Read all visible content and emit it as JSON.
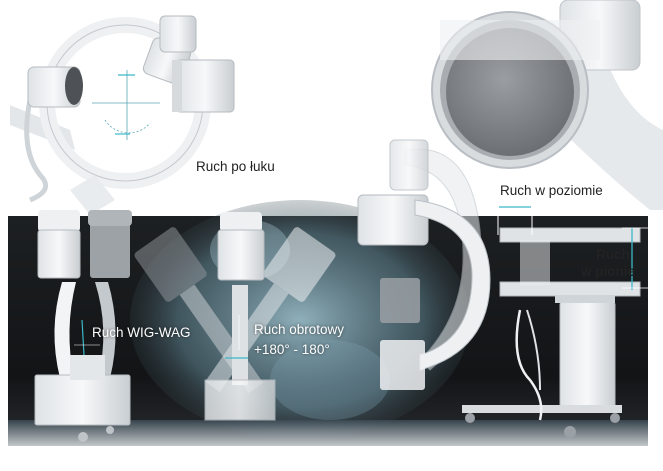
{
  "labels": {
    "arc_motion": "Ruch po łuku",
    "horizontal_motion": "Ruch w poziomie",
    "vertical_motion_line1": "Ruch",
    "vertical_motion_line2": "w pionie",
    "wigwag_motion": "Ruch WIG-WAG",
    "rotation_motion_line1": "Ruch obrotowy",
    "rotation_motion_line2": "+180° - 180°"
  },
  "colors": {
    "background_white": "#ffffff",
    "dark_band": "#151719",
    "xray_tint": "#7fa3b3",
    "device_white": "#eef0f2",
    "device_shadow": "#b9c0c6",
    "detector_gray": "#9a9fa4",
    "accent_cyan": "#3bb8c8",
    "label_dark": "#222222",
    "label_light": "#ffffff"
  }
}
